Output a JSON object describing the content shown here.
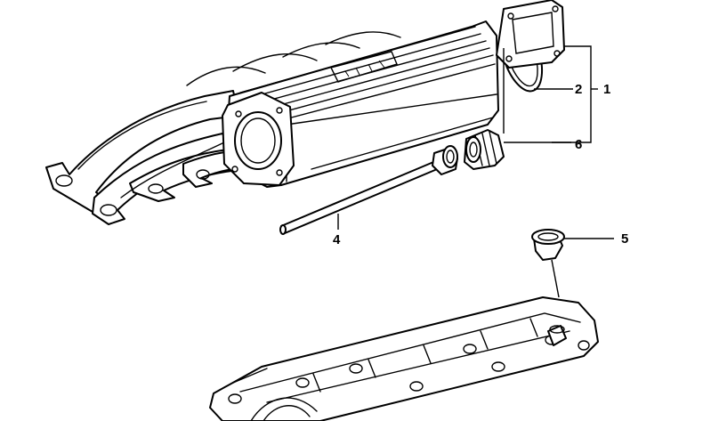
{
  "diagram": {
    "callouts": [
      {
        "id": "1",
        "label": "1"
      },
      {
        "id": "2",
        "label": "2"
      },
      {
        "id": "4",
        "label": "4"
      },
      {
        "id": "5",
        "label": "5"
      },
      {
        "id": "6",
        "label": "6"
      }
    ],
    "parts": [
      {
        "name": "intake-manifold",
        "callout": ""
      },
      {
        "name": "manifold-cover",
        "callout": "1"
      },
      {
        "name": "gasket-ring",
        "callout": "2"
      },
      {
        "name": "dipstick-rod",
        "callout": "4"
      },
      {
        "name": "grommet",
        "callout": "5"
      },
      {
        "name": "bellows-seal",
        "callout": "6"
      },
      {
        "name": "valve-cover",
        "callout": ""
      }
    ],
    "colors": {
      "ink": "#000000",
      "paper": "#ffffff"
    }
  }
}
